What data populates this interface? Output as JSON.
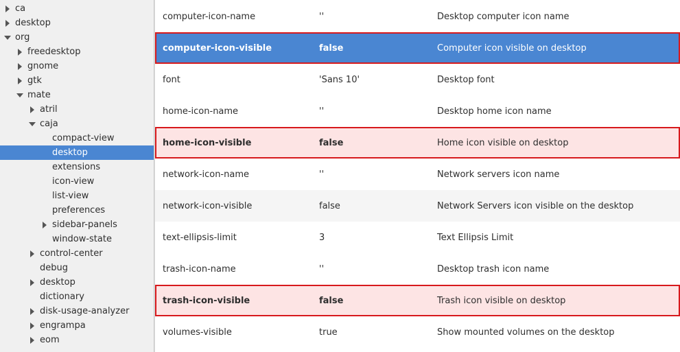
{
  "tree": {
    "items": [
      {
        "label": "ca",
        "level": 0,
        "expander": "collapsed",
        "selected": false
      },
      {
        "label": "desktop",
        "level": 0,
        "expander": "collapsed",
        "selected": false
      },
      {
        "label": "org",
        "level": 0,
        "expander": "expanded",
        "selected": false
      },
      {
        "label": "freedesktop",
        "level": 1,
        "expander": "collapsed",
        "selected": false
      },
      {
        "label": "gnome",
        "level": 1,
        "expander": "collapsed",
        "selected": false
      },
      {
        "label": "gtk",
        "level": 1,
        "expander": "collapsed",
        "selected": false
      },
      {
        "label": "mate",
        "level": 1,
        "expander": "expanded",
        "selected": false
      },
      {
        "label": "atril",
        "level": 2,
        "expander": "collapsed",
        "selected": false
      },
      {
        "label": "caja",
        "level": 2,
        "expander": "expanded",
        "selected": false
      },
      {
        "label": "compact-view",
        "level": 3,
        "expander": "none",
        "selected": false
      },
      {
        "label": "desktop",
        "level": 3,
        "expander": "none",
        "selected": true
      },
      {
        "label": "extensions",
        "level": 3,
        "expander": "none",
        "selected": false
      },
      {
        "label": "icon-view",
        "level": 3,
        "expander": "none",
        "selected": false
      },
      {
        "label": "list-view",
        "level": 3,
        "expander": "none",
        "selected": false
      },
      {
        "label": "preferences",
        "level": 3,
        "expander": "none",
        "selected": false
      },
      {
        "label": "sidebar-panels",
        "level": 3,
        "expander": "collapsed",
        "selected": false
      },
      {
        "label": "window-state",
        "level": 3,
        "expander": "none",
        "selected": false
      },
      {
        "label": "control-center",
        "level": 2,
        "expander": "collapsed",
        "selected": false
      },
      {
        "label": "debug",
        "level": 2,
        "expander": "none",
        "selected": false
      },
      {
        "label": "desktop",
        "level": 2,
        "expander": "collapsed",
        "selected": false
      },
      {
        "label": "dictionary",
        "level": 2,
        "expander": "none",
        "selected": false
      },
      {
        "label": "disk-usage-analyzer",
        "level": 2,
        "expander": "collapsed",
        "selected": false
      },
      {
        "label": "engrampa",
        "level": 2,
        "expander": "collapsed",
        "selected": false
      },
      {
        "label": "eom",
        "level": 2,
        "expander": "collapsed",
        "selected": false
      }
    ]
  },
  "keys": {
    "rows": [
      {
        "name": "computer-icon-name",
        "value": "''",
        "description": "Desktop computer icon name",
        "state": "normal"
      },
      {
        "name": "computer-icon-visible",
        "value": "false",
        "description": "Computer icon visible on desktop",
        "state": "selected"
      },
      {
        "name": "font",
        "value": "'Sans 10'",
        "description": "Desktop font",
        "state": "normal"
      },
      {
        "name": "home-icon-name",
        "value": "''",
        "description": "Desktop home icon name",
        "state": "normal"
      },
      {
        "name": "home-icon-visible",
        "value": "false",
        "description": "Home icon visible on desktop",
        "state": "highlight"
      },
      {
        "name": "network-icon-name",
        "value": "''",
        "description": "Network servers icon name",
        "state": "normal"
      },
      {
        "name": "network-icon-visible",
        "value": "false",
        "description": "Network Servers icon visible on the desktop",
        "state": "alt"
      },
      {
        "name": "text-ellipsis-limit",
        "value": "3",
        "description": "Text Ellipsis Limit",
        "state": "normal"
      },
      {
        "name": "trash-icon-name",
        "value": "''",
        "description": "Desktop trash icon name",
        "state": "normal"
      },
      {
        "name": "trash-icon-visible",
        "value": "false",
        "description": "Trash icon visible on desktop",
        "state": "highlight"
      },
      {
        "name": "volumes-visible",
        "value": "true",
        "description": "Show mounted volumes on the desktop",
        "state": "normal"
      }
    ]
  },
  "colors": {
    "selection": "#4a86d2",
    "highlight_bg": "#fde4e4",
    "highlight_border": "#d7191c"
  }
}
